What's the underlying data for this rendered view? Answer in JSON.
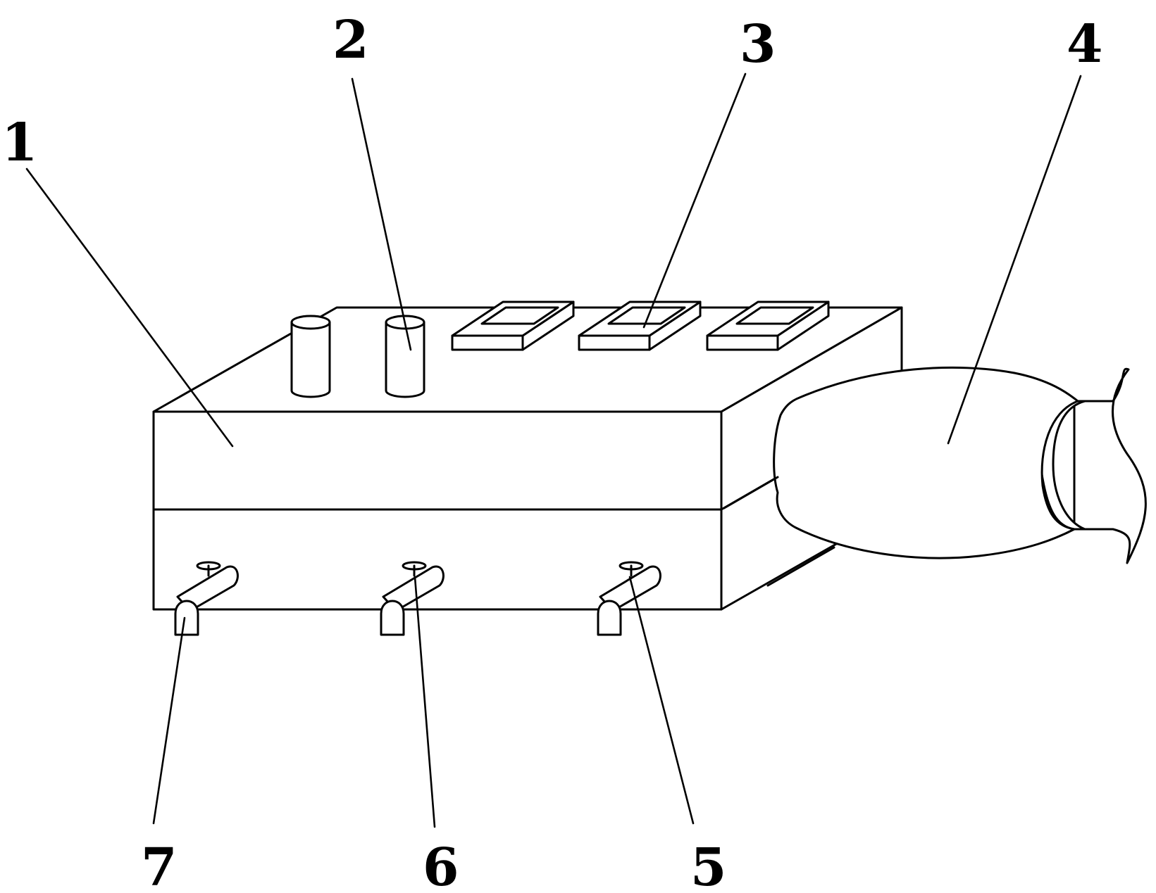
{
  "callouts": [
    {
      "id": "1",
      "text": "1"
    },
    {
      "id": "2",
      "text": "2"
    },
    {
      "id": "3",
      "text": "3"
    },
    {
      "id": "4",
      "text": "4"
    },
    {
      "id": "5",
      "text": "5"
    },
    {
      "id": "6",
      "text": "6"
    },
    {
      "id": "7",
      "text": "7"
    }
  ],
  "style": {
    "line_color": "#000000",
    "background": "#ffffff"
  }
}
